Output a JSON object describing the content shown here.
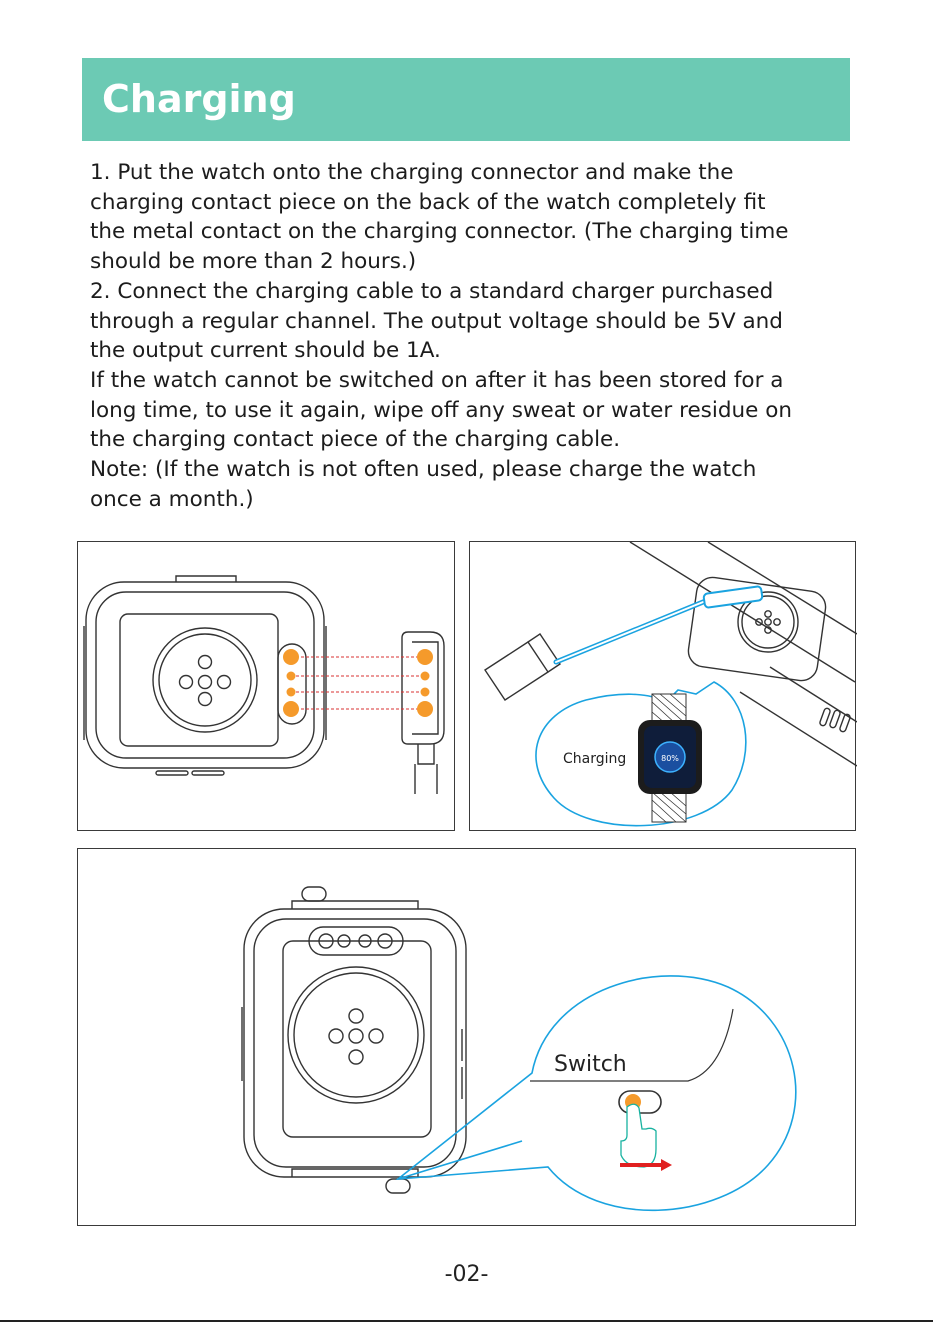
{
  "header": {
    "title": "Charging"
  },
  "instructions": [
    "1. Put the watch onto the charging connector and make the",
    "charging contact piece on the back of the watch completely fit",
    "the metal contact on the charging connector. (The charging time",
    "should be more than 2 hours.)",
    "2. Connect the charging cable to a standard charger purchased",
    "through a regular channel. The output voltage should be 5V and",
    "the output current should be 1A.",
    "If the watch cannot be switched on after it has been stored for a",
    "long time, to use it again, wipe off any sweat or water residue on",
    "the charging contact piece of the charging cable.",
    "Note: (If the watch is not often used, please charge the watch",
    "once a month.)"
  ],
  "figure_cable": {
    "bubble_label": "Charging",
    "screen_percent": "80%"
  },
  "figure_switch": {
    "callout_label": "Switch"
  },
  "footer": {
    "page_number": "-02-"
  },
  "colors": {
    "accent": "#6ccab4",
    "contact_orange": "#f59a2b",
    "callout_blue": "#1aa3e0",
    "arrow_red": "#e02020"
  }
}
